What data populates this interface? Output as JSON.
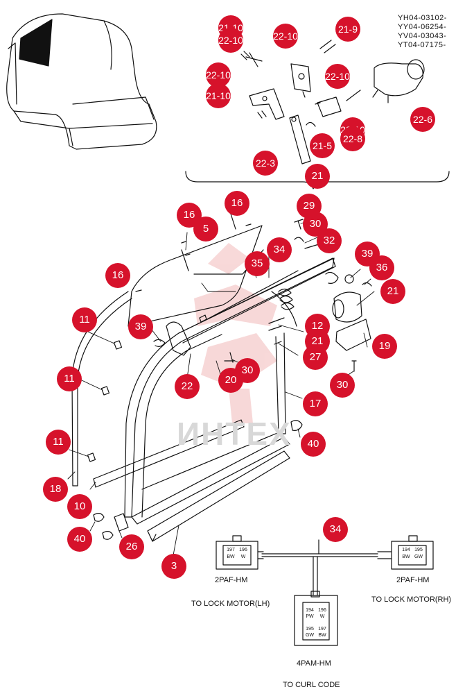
{
  "serials": [
    "YH04-03102-",
    "YY04-06254-",
    "YV04-03043-",
    "YT04-07175-"
  ],
  "watermark": "ИНТЕХ",
  "colors": {
    "callout": "#d6122b",
    "line": "#111111",
    "watermark": "#f3c6c6"
  },
  "callouts": [
    {
      "label": "21-10"
    },
    {
      "label": "22-10"
    },
    {
      "label": "22-10"
    },
    {
      "label": "21-9"
    },
    {
      "label": "22-10"
    },
    {
      "label": "21-10"
    },
    {
      "label": "22-10"
    },
    {
      "label": "22-10"
    },
    {
      "label": "22-6"
    },
    {
      "label": "22-8"
    },
    {
      "label": "21-5"
    },
    {
      "label": "22-3"
    },
    {
      "label": "21"
    },
    {
      "label": "29"
    },
    {
      "label": "16"
    },
    {
      "label": "16"
    },
    {
      "label": "5"
    },
    {
      "label": "30"
    },
    {
      "label": "32"
    },
    {
      "label": "34"
    },
    {
      "label": "35"
    },
    {
      "label": "39"
    },
    {
      "label": "36"
    },
    {
      "label": "21"
    },
    {
      "label": "16"
    },
    {
      "label": "11"
    },
    {
      "label": "39"
    },
    {
      "label": "12"
    },
    {
      "label": "21"
    },
    {
      "label": "27"
    },
    {
      "label": "19"
    },
    {
      "label": "30"
    },
    {
      "label": "20"
    },
    {
      "label": "22"
    },
    {
      "label": "30"
    },
    {
      "label": "11"
    },
    {
      "label": "17"
    },
    {
      "label": "11"
    },
    {
      "label": "40"
    },
    {
      "label": "18"
    },
    {
      "label": "10"
    },
    {
      "label": "40"
    },
    {
      "label": "26"
    },
    {
      "label": "3"
    },
    {
      "label": "34"
    }
  ],
  "connectors": {
    "left": {
      "type": "2PAF-HM",
      "destination": "TO LOCK MOTOR(LH)",
      "pins": [
        "197",
        "BW",
        "196",
        "W"
      ]
    },
    "right": {
      "type": "2PAF-HM",
      "destination": "TO LOCK MOTOR(RH)",
      "pins": [
        "194",
        "BW",
        "195",
        "GW"
      ]
    },
    "bottom": {
      "type": "4PAM-HM",
      "destination": "TO CURL CODE",
      "pins": [
        "194",
        "PW",
        "196",
        "W",
        "195",
        "GW",
        "197",
        "BW"
      ]
    }
  }
}
